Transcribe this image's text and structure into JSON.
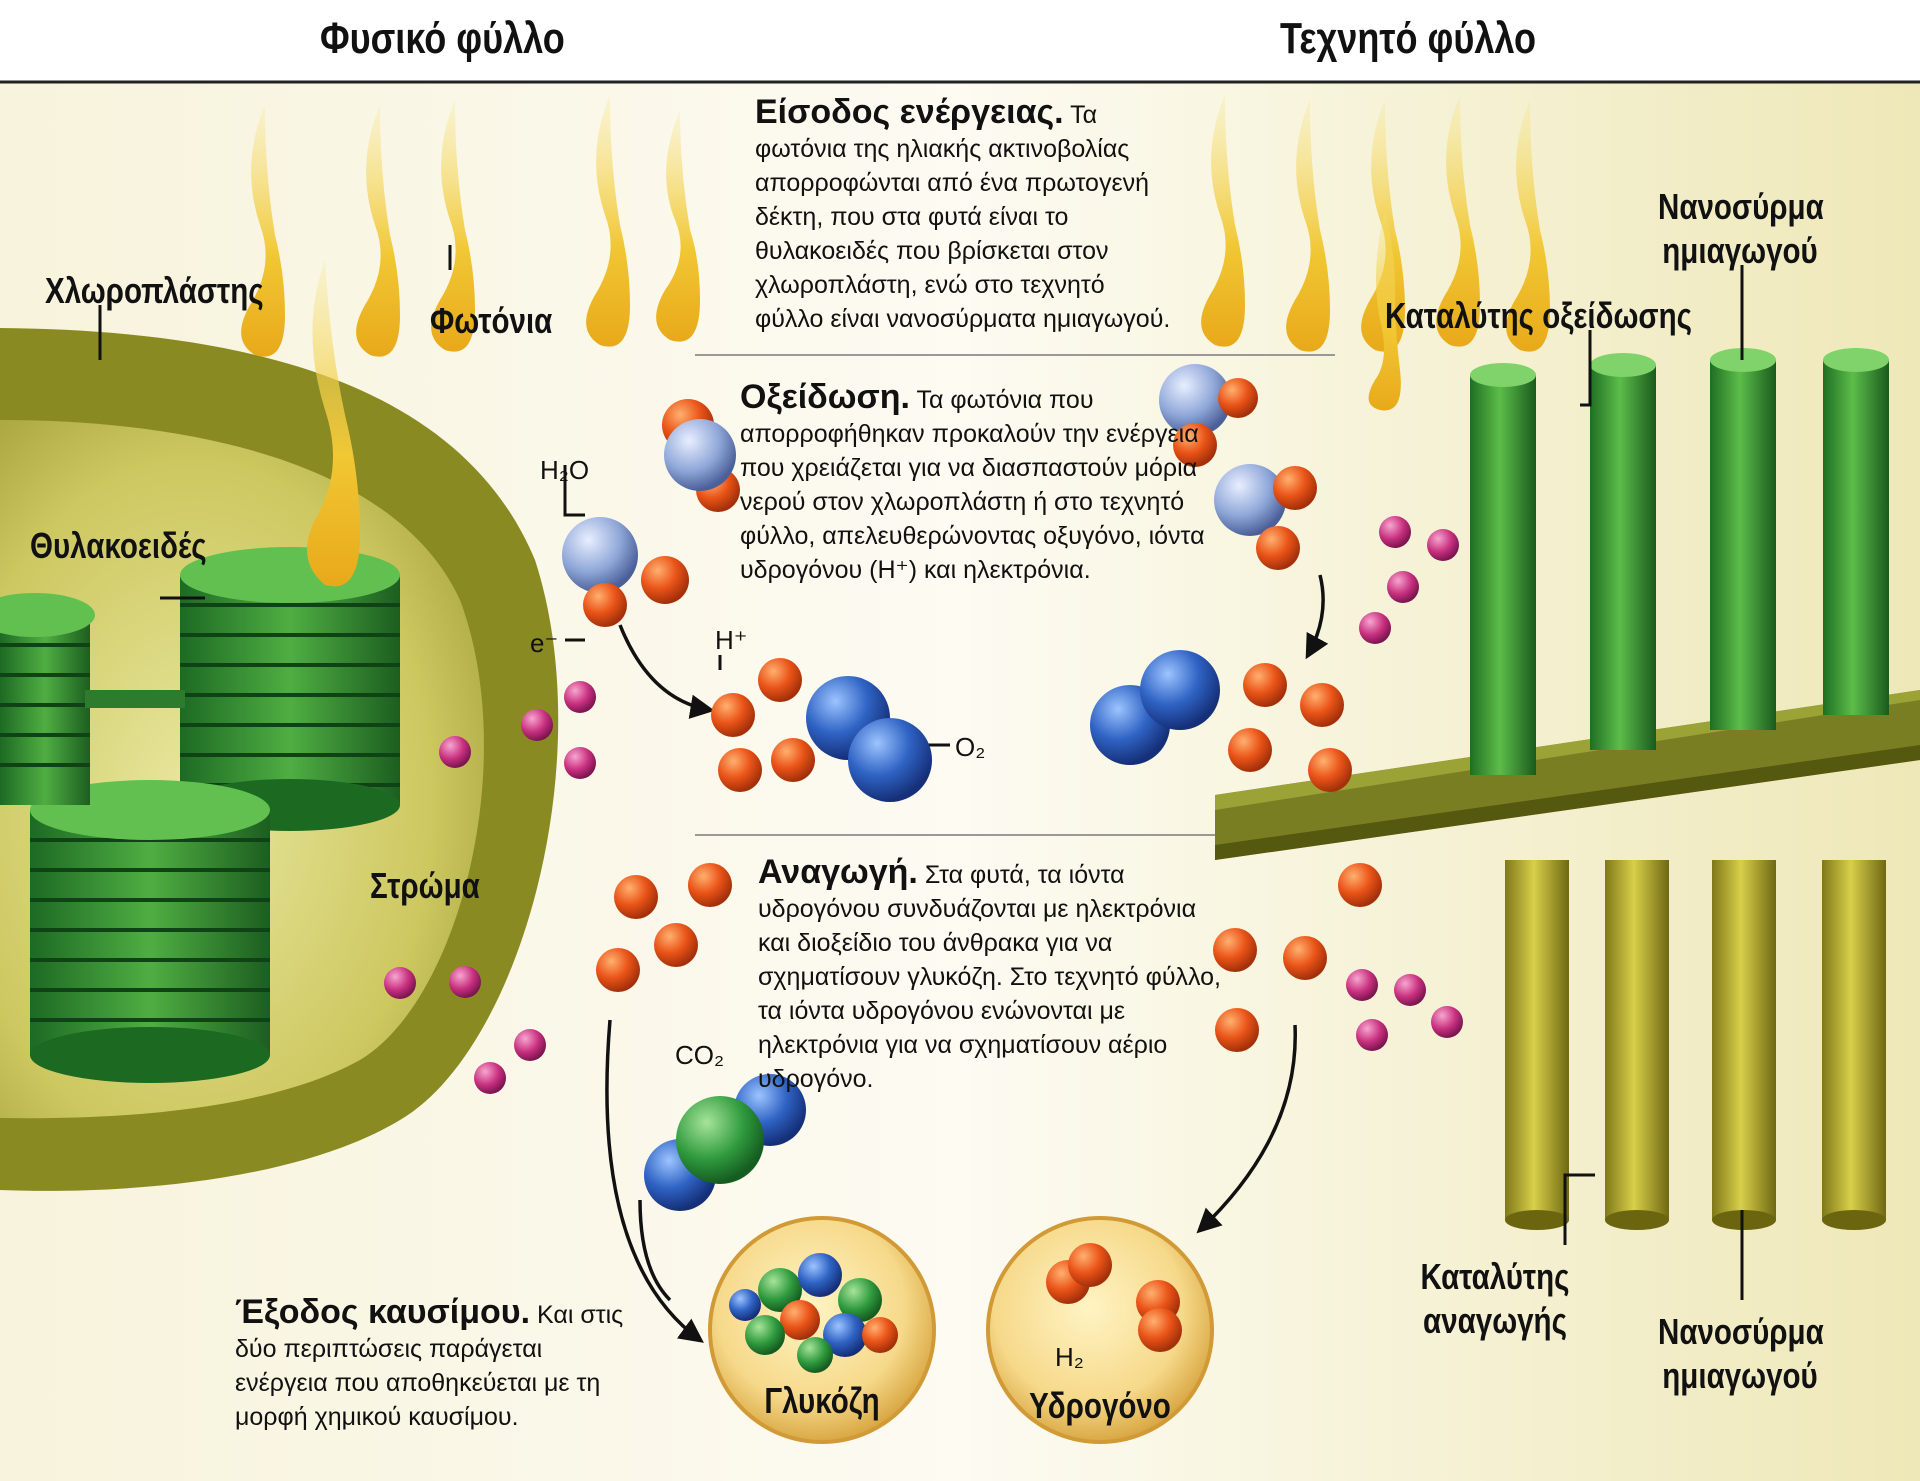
{
  "headers": {
    "natural": "Φυσικό φύλλο",
    "artificial": "Τεχνητό φύλλο"
  },
  "labels": {
    "chloroplast": "Χλωροπλάστης",
    "photons": "Φωτόνια",
    "thylakoid": "Θυλακοειδές",
    "stroma": "Στρώμα",
    "oxidation_catalyst": "Καταλύτης οξείδωσης",
    "nanowire_top": "Νανοσύρμα ημιαγωγού",
    "reduction_catalyst": "Καταλύτης αναγωγής",
    "nanowire_bottom": "Νανοσύρμα ημιαγωγού",
    "glucose": "Γλυκόζη",
    "hydrogen": "Υδρογόνο"
  },
  "molecules": {
    "h2o": "H₂O",
    "electron": "e⁻",
    "proton": "H⁺",
    "o2": "O₂",
    "co2": "CO₂",
    "h2": "H₂"
  },
  "paragraphs": {
    "energy_input_title": "Είσοδος ενέργειας.",
    "energy_input_body": "Τα φωτόνια της ηλιακής ακτινοβολίας απορροφώνται από ένα πρωτογενή δέκτη, που στα φυτά είναι το θυλακοειδές που βρίσκεται στον χλωροπλάστη, ενώ στο τεχνητό φύλλο είναι νανοσύρματα ημιαγωγού.",
    "oxidation_title": "Οξείδωση.",
    "oxidation_body": "Τα φωτόνια που απορροφήθηκαν προκαλούν την ενέργεια που χρειάζεται για να διασπαστούν μόρια νερού στον χλωροπλάστη ή στο τεχνητό φύλλο, απελευθερώνοντας οξυγόνο, ιόντα υδρογόνου (H⁺) και ηλεκτρόνια.",
    "reduction_title": "Αναγωγή.",
    "reduction_body": "Στα φυτά, τα ιόντα υδρογόνου συνδυάζονται με ηλεκτρόνια και διοξείδιο του άνθρακα για να σχηματίσουν γλυκόζη. Στο τεχνητό φύλλο, τα ιόντα υδρογόνου ενώνονται με ηλεκτρόνια για να σχηματίσουν αέριο υδρογόνο.",
    "fuel_output_title": "Έξοδος καυσίμου.",
    "fuel_output_body": "Και στις δύο περιπτώσεις παράγεται ενέργεια που αποθηκεύεται με τη μορφή χημικού καυσίμου."
  },
  "colors": {
    "leaf_green": "#3f9a3a",
    "stroma_yellow": "#d4d06a",
    "photon_gold": "#f2c93a",
    "proton_orange": "#e8501a",
    "electron_magenta": "#c0307a",
    "oxygen_blue": "#2f5fb8",
    "nanowire_green": "#3e9a33",
    "nanowire_yellow": "#bcb12e",
    "platform_olive": "#7a7e22"
  }
}
